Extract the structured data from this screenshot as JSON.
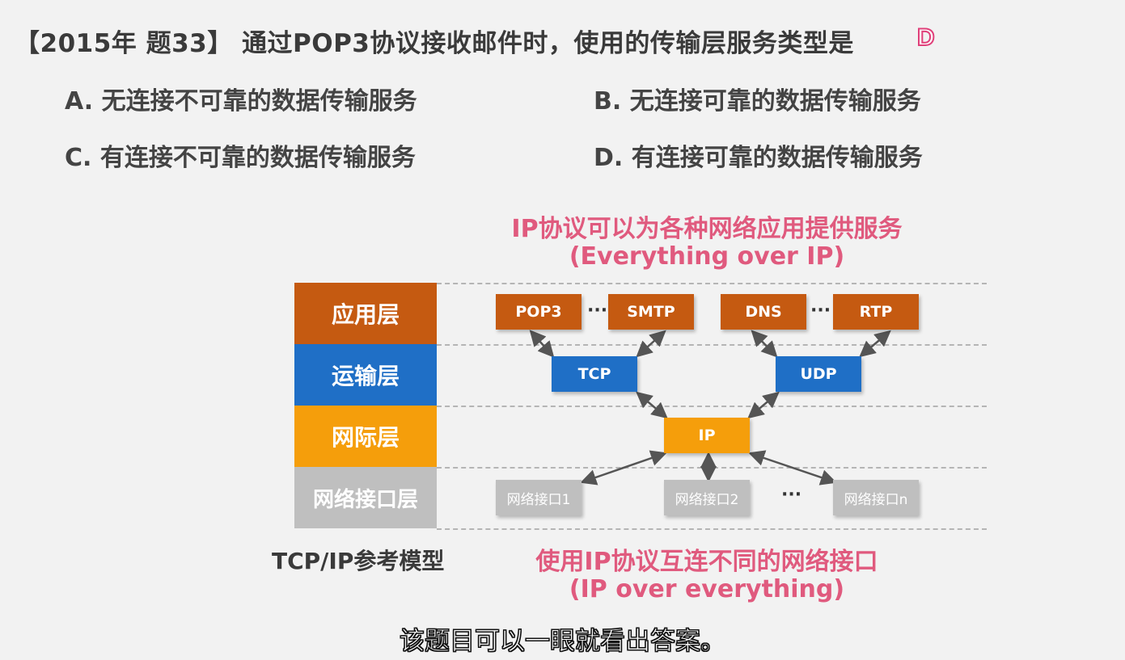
{
  "question": {
    "title": "【2015年 题33】 通过POP3协议接收邮件时，使用的传输层服务类型是",
    "answer": "D",
    "options": [
      {
        "key": "A",
        "text": "A. 无连接不可靠的数据传输服务"
      },
      {
        "key": "B",
        "text": "B. 无连接可靠的数据传输服务"
      },
      {
        "key": "C",
        "text": "C. 有连接不可靠的数据传输服务"
      },
      {
        "key": "D",
        "text": "D. 有连接可靠的数据传输服务"
      }
    ]
  },
  "diagram": {
    "top_caption": "IP协议可以为各种网络应用提供服务",
    "top_caption_en": "(Everything over IP)",
    "bottom_caption": "使用IP协议互连不同的网络接口",
    "bottom_caption_en": "(IP over everything)",
    "layers": [
      "应用层",
      "运输层",
      "网际层",
      "网络接口层"
    ],
    "app_protocols": [
      "POP3",
      "SMTP",
      "DNS",
      "RTP"
    ],
    "transport_protocols": [
      "TCP",
      "UDP"
    ],
    "network_protocol": "IP",
    "interfaces": [
      "网络接口1",
      "网络接口2",
      "网络接口n"
    ],
    "ellipsis": "···",
    "model_caption": "TCP/IP参考模型",
    "colors": {
      "application": "#c55a11",
      "transport": "#1f6fc6",
      "internet": "#f59e0b",
      "interface": "#bfbfbf",
      "highlight": "#e05a7e"
    }
  },
  "subtitle": "该题目可以一眼就看出答案。"
}
